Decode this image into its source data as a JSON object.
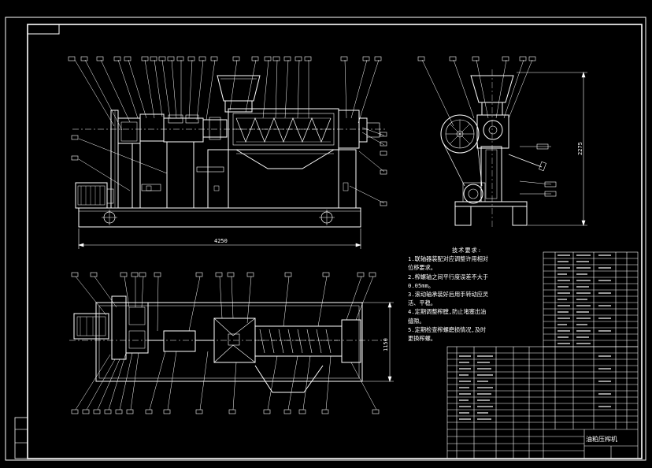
{
  "title_block": {
    "name": "油粕压榨机"
  },
  "dimensions": {
    "front_length": "4250",
    "side_height": "2275",
    "plan_width": "1150"
  },
  "technical_notes": {
    "title": "技术要求:",
    "items": [
      "1.联轴器装配对应调整许用相对",
      "位移要求。",
      "2.榨螺轴之间平行度误差不大于",
      "0.05mm。",
      "3.滚动轴承装好后用手转动应灵",
      "活、平稳。",
      "4.定期调整榨膛,防止堵塞出油",
      "缝隙。",
      "5.定期检查榨螺磨损情况,及时",
      "更换榨螺。"
    ]
  },
  "colors": {
    "background": "#000000",
    "line": "#ffffff",
    "accent": "#9a9a9a"
  }
}
